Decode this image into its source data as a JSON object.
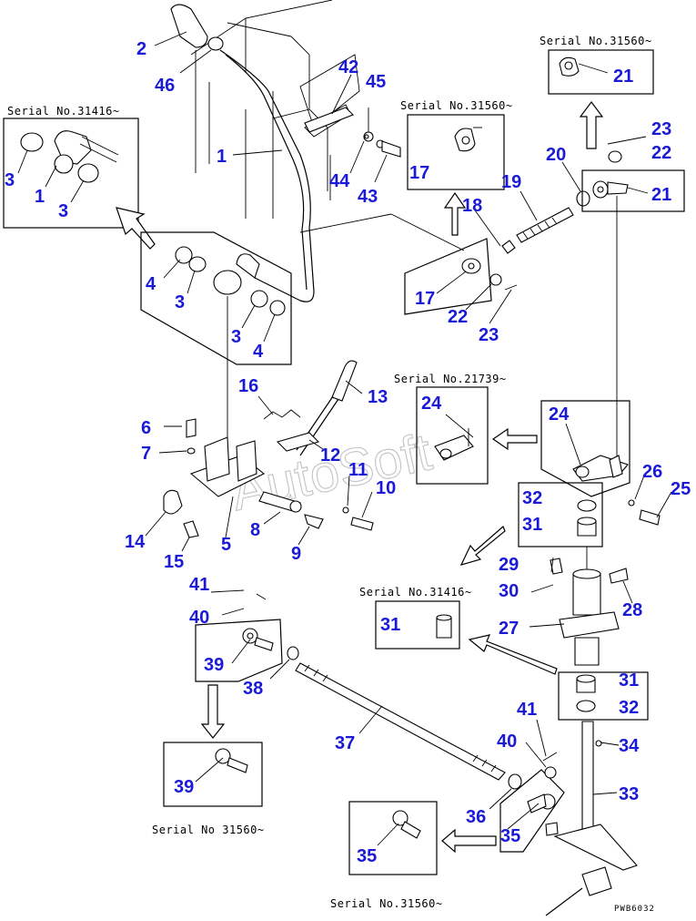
{
  "watermark": "AutoSoft",
  "drawing_code": "PWB6032",
  "serials": {
    "s31416_top": "Serial No.31416~",
    "s31560_17": "Serial No.31560~",
    "s31560_21": "Serial No.31560~",
    "s21739": "Serial No.21739~",
    "s31416_31": "Serial No.31416~",
    "s31560_39": "Serial No 31560~",
    "s31560_35": "Serial No.31560~"
  },
  "labels": {
    "l2": "2",
    "l46": "46",
    "l42": "42",
    "l45": "45",
    "l44": "44",
    "l43": "43",
    "l1": "1",
    "l3a": "3",
    "l1b": "1",
    "l3b": "3",
    "l4a": "4",
    "l3c": "3",
    "l3d": "3",
    "l4b": "4",
    "l17a": "17",
    "l18": "18",
    "l19": "19",
    "l20": "20",
    "l21a": "21",
    "l23a": "23",
    "l22a": "22",
    "l21b": "21",
    "l17b": "17",
    "l22b": "22",
    "l23b": "23",
    "l16": "16",
    "l13": "13",
    "l6": "6",
    "l7": "7",
    "l12": "12",
    "l11": "11",
    "l10": "10",
    "l14": "14",
    "l15": "15",
    "l5": "5",
    "l8": "8",
    "l9": "9",
    "l24a": "24",
    "l24b": "24",
    "l26": "26",
    "l25": "25",
    "l32a": "32",
    "l31a": "31",
    "l29": "29",
    "l30": "30",
    "l28": "28",
    "l31b": "31",
    "l27": "27",
    "l31c": "31",
    "l32b": "32",
    "l41a": "41",
    "l40a": "40",
    "l39a": "39",
    "l38": "38",
    "l37": "37",
    "l39b": "39",
    "l41b": "41",
    "l40b": "40",
    "l34": "34",
    "l33": "33",
    "l36": "36",
    "l35a": "35",
    "l35b": "35"
  }
}
